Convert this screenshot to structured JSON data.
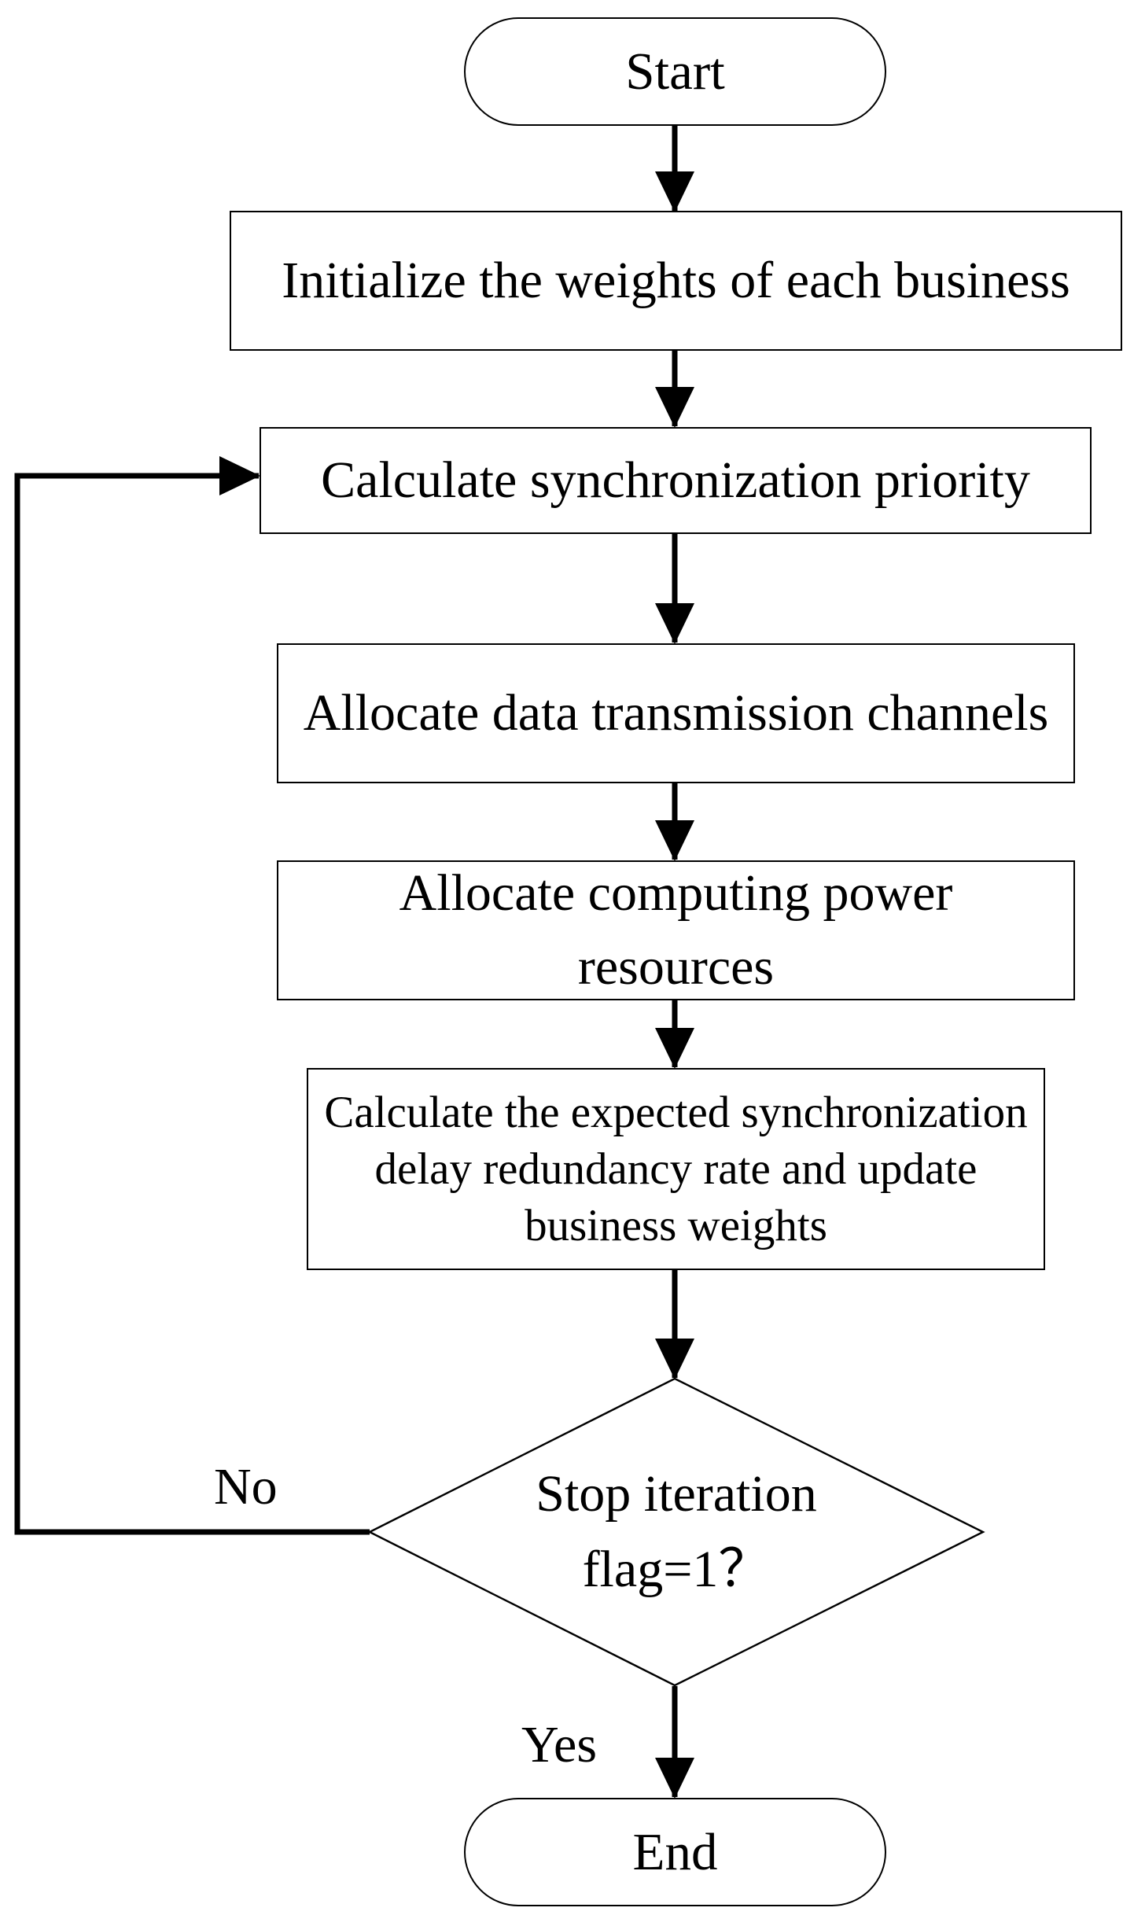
{
  "flowchart": {
    "start": "Start",
    "initialize": "Initialize the weights of each business",
    "calc_priority": "Calculate synchronization priority",
    "allocate_channels": "Allocate data transmission channels",
    "allocate_computing": "Allocate computing power resources",
    "calc_redundancy": "Calculate the expected synchronization delay redundancy rate and update business weights",
    "decision": "Stop iteration flag=1？",
    "no_label": "No",
    "yes_label": "Yes",
    "end": "End"
  }
}
